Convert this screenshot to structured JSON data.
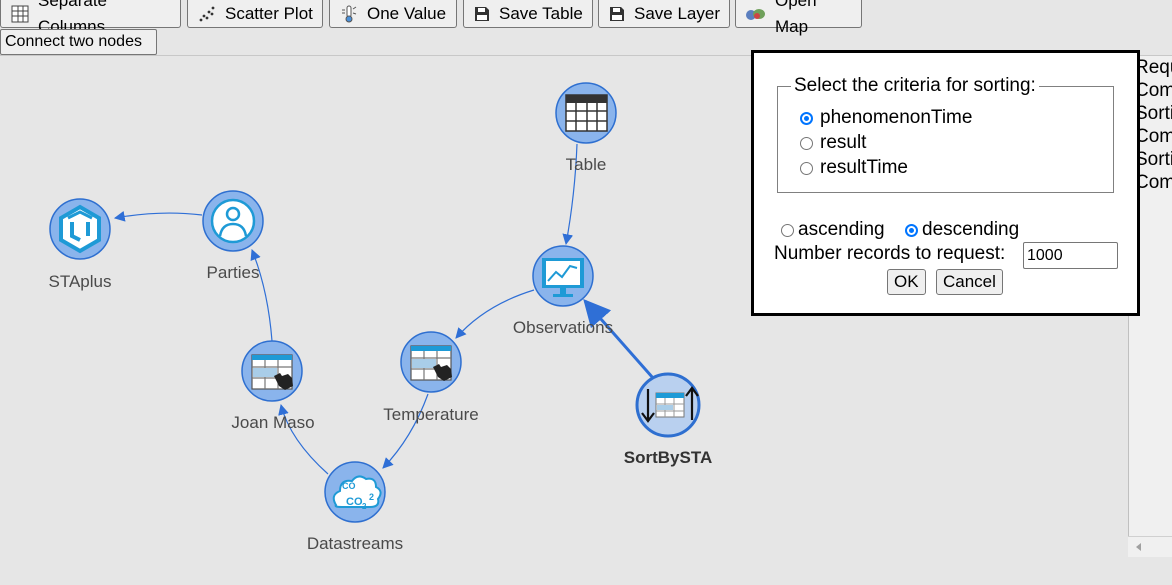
{
  "toolbar": {
    "separate_columns": "Separate Columns",
    "scatter_plot": "Scatter Plot",
    "one_value": "One Value",
    "save_table": "Save Table",
    "save_layer": "Save Layer",
    "open_map": "Open Map",
    "connect_two_nodes": "Connect two nodes"
  },
  "graph": {
    "nodes": {
      "table": "Table",
      "observations": "Observations",
      "parties": "Parties",
      "staplus": "STAplus",
      "joan_maso": "Joan Maso",
      "temperature": "Temperature",
      "datastreams": "Datastreams",
      "sortbysta": "SortBySTA"
    },
    "colors": {
      "node_fill": "#8ab4ec",
      "node_stroke": "#2e6fd0",
      "edge": "#2f6fd6",
      "icon": "#1e9ad6"
    }
  },
  "dialog": {
    "legend": "Select the criteria for sorting:",
    "criteria": [
      "phenomenonTime",
      "result",
      "resultTime"
    ],
    "criteria_selected": "phenomenonTime",
    "ascending_label": "ascending",
    "descending_label": "descending",
    "order_selected": "descending",
    "number_label": "Number records to request:",
    "number_value": "1000",
    "ok": "OK",
    "cancel": "Cancel"
  },
  "right_panel": {
    "lines": [
      "Requ",
      "Com",
      "Sorti",
      "Com",
      "Sorti",
      "Com"
    ]
  }
}
